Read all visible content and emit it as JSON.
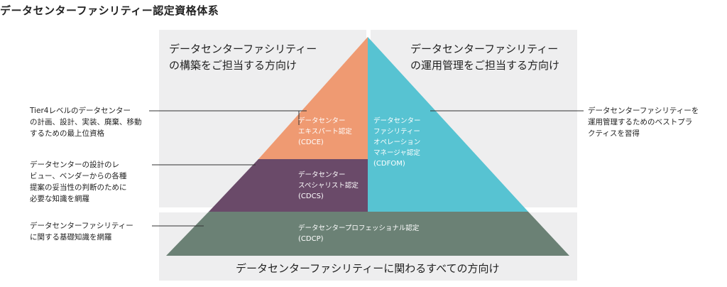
{
  "title": "データセンターファシリティー認定資格体系",
  "panels": {
    "left": {
      "line1": "データセンターファシリティー",
      "line2": "の構築をご担当する方向け"
    },
    "right": {
      "line1": "データセンターファシリティー",
      "line2": "の運用管理をご担当する方向け"
    },
    "bottom": "データセンターファシリティーに関わるすべての方向け"
  },
  "tiers": {
    "cdce": {
      "line1": "データセンター",
      "line2": "エキスパート認定",
      "code": "(CDCE)",
      "color": "#ef9a72"
    },
    "cdcs": {
      "line1": "データセンター",
      "line2": "スペシャリスト認定",
      "code": "(CDCS)",
      "color": "#6a4a69"
    },
    "cdfom": {
      "line1": "データセンター",
      "line2": "ファシリティー",
      "line3": "オペレーション",
      "line4": "マネージャ認定",
      "code": "(CDFOM)",
      "color": "#57c3d2"
    },
    "cdcp": {
      "line1": "データセンタープロフェッショナル認定",
      "code": "(CDCP)",
      "color": "#6b8175"
    }
  },
  "annotations": {
    "left1": {
      "line1": "Tier4レベルのデータセンター",
      "line2": "の計画、設計、実装、廃棄、移動",
      "line3": "するための最上位資格"
    },
    "left2": {
      "line1": "データセンターの設計のレ",
      "line2": "ビュー、ベンダーからの各種",
      "line3": "提案の妥当性の判断のために",
      "line4": "必要な知識を網羅"
    },
    "left3": {
      "line1": "データセンターファシリティー",
      "line2": "に関する基礎知識を網羅"
    },
    "right1": {
      "line1": "データセンターファシリティーを",
      "line2": "運用管理するためのベストプラ",
      "line3": "クティスを習得"
    }
  },
  "colors": {
    "panel_bg": "#eeeeef",
    "connector": "#333333"
  }
}
